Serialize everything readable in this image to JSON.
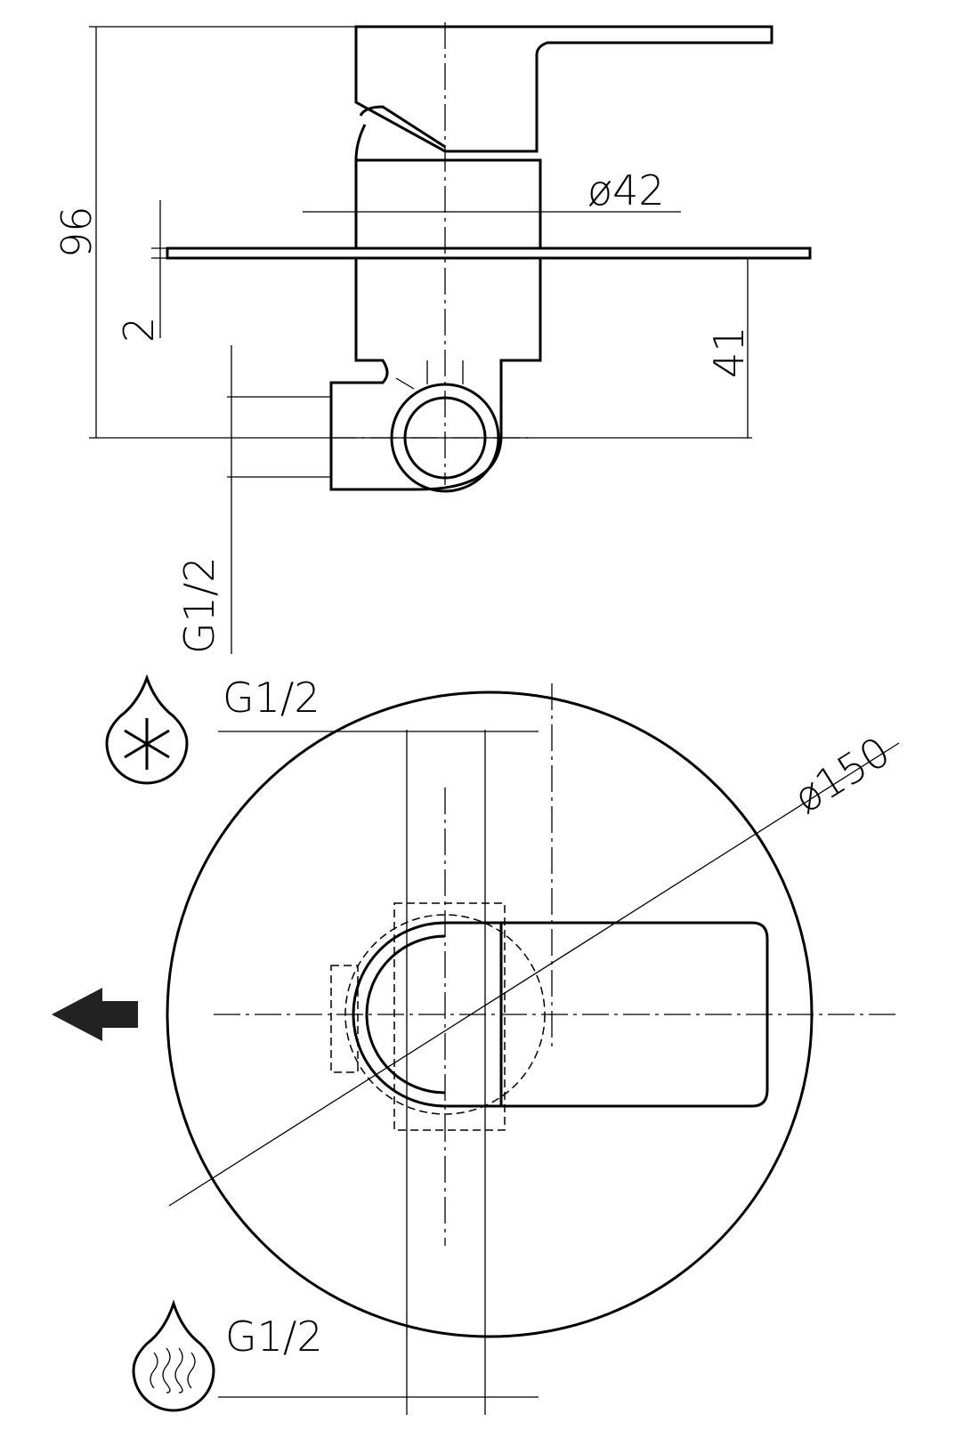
{
  "dimensions": {
    "height_total": "96",
    "plate_thickness": "2",
    "diameter_body": "ø42",
    "depth": "41",
    "inlet_side": "G1/2",
    "inlet_top": "G1/2",
    "inlet_bottom": "G1/2",
    "plate_diameter": "ø150"
  },
  "icons": {
    "cold": "cold-water-snowflake-drop",
    "hot": "hot-water-drop",
    "outlet": "outlet-arrow-left"
  }
}
